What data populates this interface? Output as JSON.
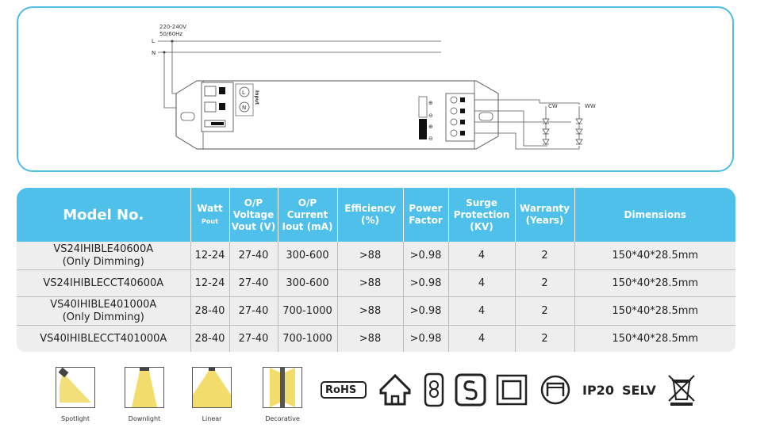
{
  "wiring": {
    "voltage": "220-240V",
    "frequency": "50/60Hz",
    "line_label": "L",
    "neutral_label": "N",
    "terminal_l": "L",
    "terminal_n": "N",
    "input_label": "Input",
    "cw_label": "CW",
    "ww_label": "WW",
    "plus_symbol": "⊕",
    "minus_symbol": "⊖"
  },
  "table": {
    "headers": {
      "model": "Model No.",
      "watt": "Watt",
      "watt_sub": "Pout",
      "voltage_line1": "O/P",
      "voltage_line2": "Voltage",
      "voltage_line3": "Vout (V)",
      "current_line1": "O/P",
      "current_line2": "Current",
      "current_line3": "Iout (mA)",
      "efficiency_line1": "Efficiency",
      "efficiency_line2": "(%)",
      "pf_line1": "Power",
      "pf_line2": "Factor",
      "surge_line1": "Surge",
      "surge_line2": "Protection",
      "surge_line3": "(KV)",
      "warranty_line1": "Warranty",
      "warranty_line2": "(Years)",
      "dimensions": "Dimensions"
    },
    "rows": [
      {
        "model": "VS24IHIBLE40600A",
        "note": "(Only Dimming)",
        "watt": "12-24",
        "voltage": "27-40",
        "current": "300-600",
        "efficiency": ">88",
        "pf": ">0.98",
        "surge": "4",
        "warranty": "2",
        "dimensions": "150*40*28.5mm"
      },
      {
        "model": "VS24IHIBLECCT40600A",
        "note": "",
        "watt": "12-24",
        "voltage": "27-40",
        "current": "300-600",
        "efficiency": ">88",
        "pf": ">0.98",
        "surge": "4",
        "warranty": "2",
        "dimensions": "150*40*28.5mm"
      },
      {
        "model": "VS40IHIBLE401000A",
        "note": "(Only Dimming)",
        "watt": "28-40",
        "voltage": "27-40",
        "current": "700-1000",
        "efficiency": ">88",
        "pf": ">0.98",
        "surge": "4",
        "warranty": "2",
        "dimensions": "150*40*28.5mm"
      },
      {
        "model": "VS40IHIBLECCT401000A",
        "note": "",
        "watt": "28-40",
        "voltage": "27-40",
        "current": "700-1000",
        "efficiency": ">88",
        "pf": ">0.98",
        "surge": "4",
        "warranty": "2",
        "dimensions": "150*40*28.5mm"
      }
    ]
  },
  "applications": [
    {
      "label": "Spotlight",
      "icon": "spotlight-icon"
    },
    {
      "label": "Downlight",
      "icon": "downlight-icon"
    },
    {
      "label": "Linear",
      "icon": "linear-light-icon"
    },
    {
      "label": "Decorative",
      "icon": "decorative-light-icon"
    }
  ],
  "certifications": {
    "rohs": "RoHS",
    "ip": "IP20",
    "selv": "SELV"
  },
  "colors": {
    "accent": "#4fc0ea",
    "border": "#4dbce6",
    "row_bg": "#eeeeee",
    "light_beam": "#f2dc6c"
  }
}
